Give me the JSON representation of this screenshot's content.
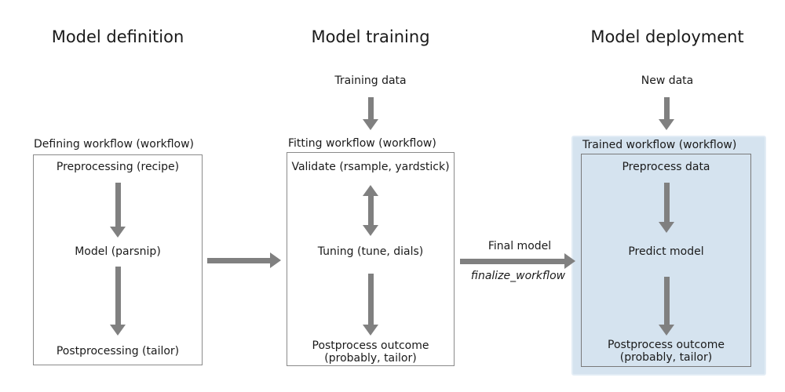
{
  "diagram": {
    "titles": {
      "definition": "Model definition",
      "training": "Model training",
      "deployment": "Model deployment"
    },
    "inputs": {
      "training": "Training data",
      "deployment": "New data"
    },
    "panels": {
      "definition": {
        "label": "Defining workflow (workflow)",
        "steps": {
          "s1": "Preprocessing (recipe)",
          "s2": "Model (parsnip)",
          "s3": "Postprocessing (tailor)"
        }
      },
      "training": {
        "label": "Fitting workflow (workflow)",
        "steps": {
          "s1": "Validate (rsample, yardstick)",
          "s2": "Tuning (tune, dials)",
          "s3": "Postprocess outcome\n(probably, tailor)"
        }
      },
      "deployment": {
        "label": "Trained workflow (workflow)",
        "steps": {
          "s1": "Preprocess data",
          "s2": "Predict model",
          "s3": "Postprocess outcome\n(probably, tailor)"
        }
      }
    },
    "transition": {
      "label": "Final model",
      "function": "finalize_workflow"
    },
    "colors": {
      "arrow": "#808080",
      "box_border": "#8a8a8a",
      "inner_box_border": "#7a7a7a",
      "deployment_fill": "#d5e3ef",
      "deployment_edge": "#e2ecf5",
      "text": "#1a1a1a",
      "background": "#ffffff"
    }
  }
}
